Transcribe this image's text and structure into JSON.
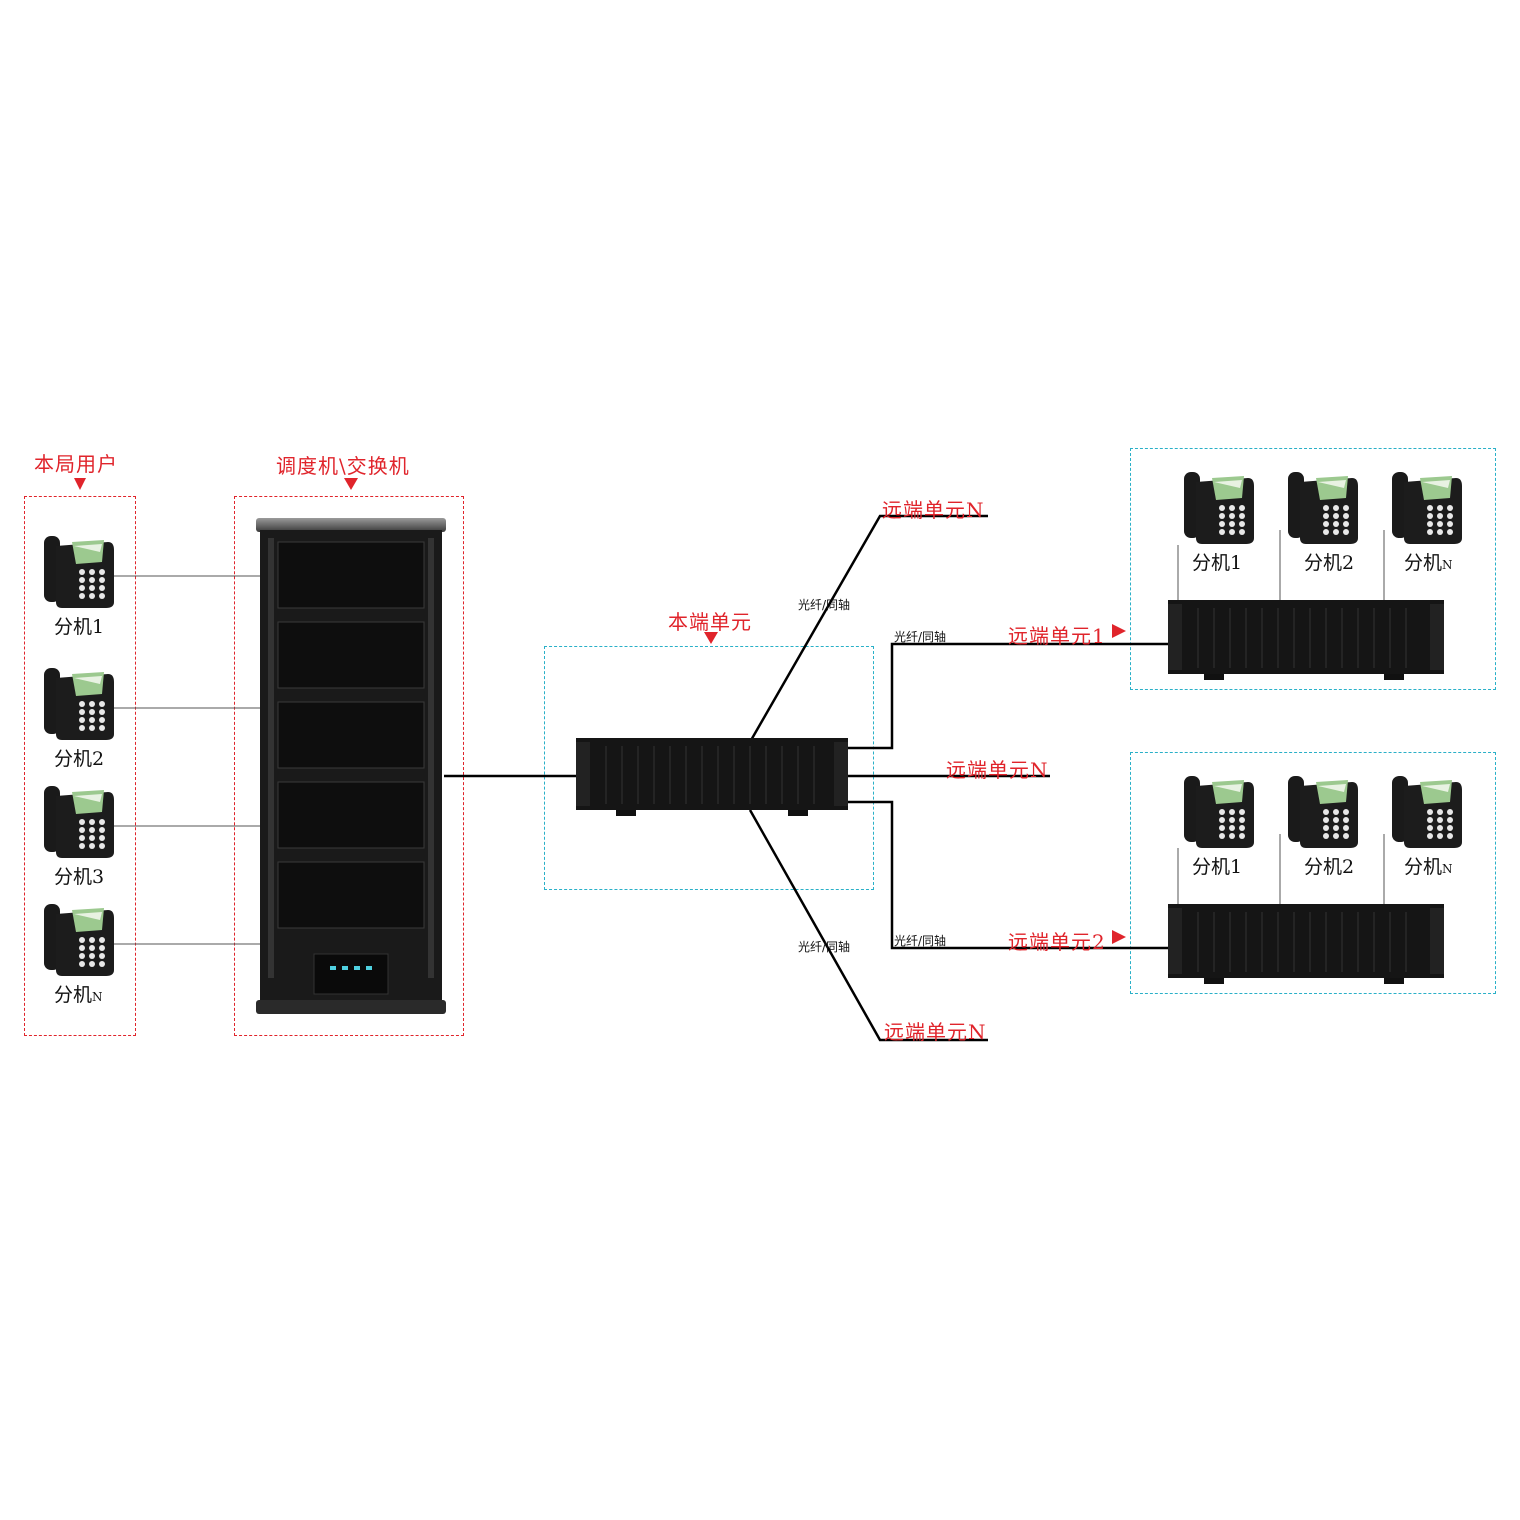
{
  "labels": {
    "local_users": "本局用户",
    "dispatcher": "调度机\\交换机",
    "local_unit": "本端单元",
    "remote_n_top": "远端单元N",
    "remote_n_mid": "远端单元N",
    "remote_n_bottom": "远端单元N",
    "remote_1": "远端单元1",
    "remote_2": "远端单元2",
    "media_1": "光纤/同轴",
    "media_2": "光纤/同轴",
    "media_3": "光纤/同轴",
    "media_4": "光纤/同轴"
  },
  "local_phones": [
    {
      "main": "分机1",
      "sub": ""
    },
    {
      "main": "分机2",
      "sub": ""
    },
    {
      "main": "分机3",
      "sub": ""
    },
    {
      "main": "分机",
      "sub": "N"
    }
  ],
  "remote1_phones": [
    {
      "main": "分机1",
      "sub": ""
    },
    {
      "main": "分机2",
      "sub": ""
    },
    {
      "main": "分机",
      "sub": "N"
    }
  ],
  "remote2_phones": [
    {
      "main": "分机1",
      "sub": ""
    },
    {
      "main": "分机2",
      "sub": ""
    },
    {
      "main": "分机",
      "sub": "N"
    }
  ],
  "colors": {
    "red_label": "#e0242b",
    "cyan_box": "#2ab0c8",
    "device": "#141414"
  },
  "icons": {
    "phone": "desk-phone-icon",
    "rack": "server-rack-icon",
    "chassis": "rack-chassis-icon"
  }
}
